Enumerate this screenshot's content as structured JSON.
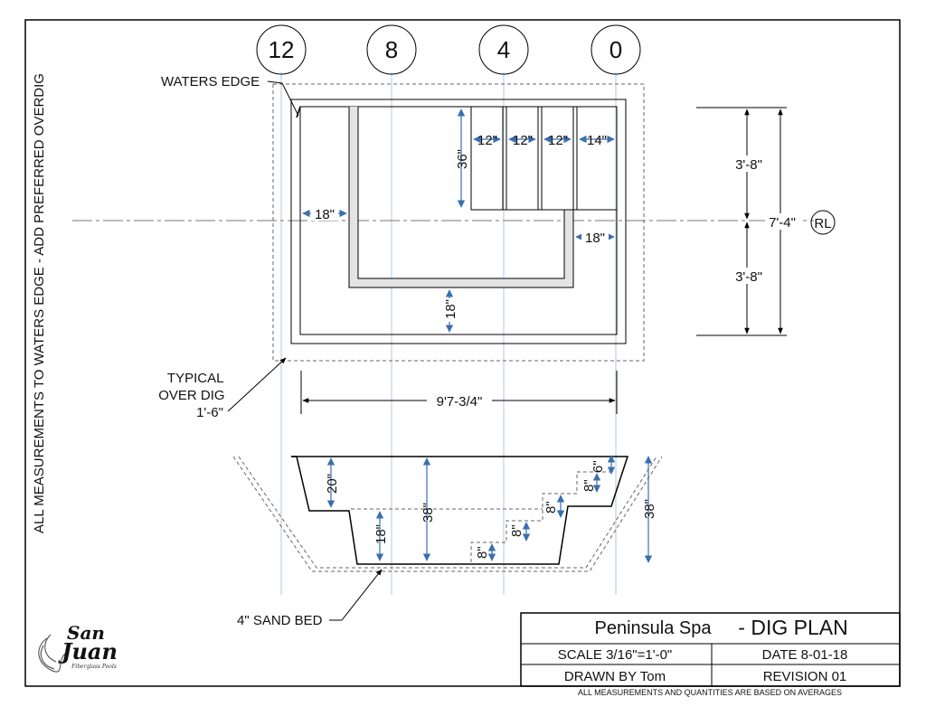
{
  "vertical_note": "ALL MEASUREMENTS TO WATERS EDGE - ADD PREFERRED OVERDIG",
  "stations": [
    "12",
    "8",
    "4",
    "0"
  ],
  "plan": {
    "waters_edge_label": "WATERS EDGE",
    "step_widths": [
      "12\"",
      "12\"",
      "12\"",
      "14\""
    ],
    "step_depth": "36\"",
    "left_bench": "18\"",
    "right_bench": "18\"",
    "bottom_bench": "18\"",
    "side_dims": [
      "3'-8\"",
      "3'-8\""
    ],
    "total_width": "7'-4\"",
    "centerline_symbol": "RL",
    "overall_length": "9'7-3/4\"",
    "overdig_label": "TYPICAL\nOVER DIG\n1'-6\""
  },
  "section": {
    "bench_depth": "20\"",
    "total_depth": "38\"",
    "deep_offset": "18\"",
    "step_rise_top": "6\"",
    "step_rises": [
      "8\"",
      "8\"",
      "8\"",
      "8\""
    ],
    "outside_depth": "38\"",
    "sand_bed_label": "4\" SAND BED"
  },
  "title_block": {
    "project": "Peninsula Spa",
    "sheet": "- DIG PLAN",
    "scale": "SCALE 3/16\"=1'-0\"",
    "date": "DATE  8-01-18",
    "drawn_by": "DRAWN BY  Tom",
    "revision": "REVISION 01",
    "footer_note": "ALL MEASUREMENTS AND QUANTITIES ARE BASED ON AVERAGES"
  },
  "logo": {
    "name": "San Juan",
    "tagline": "Fiberglass Pools"
  }
}
